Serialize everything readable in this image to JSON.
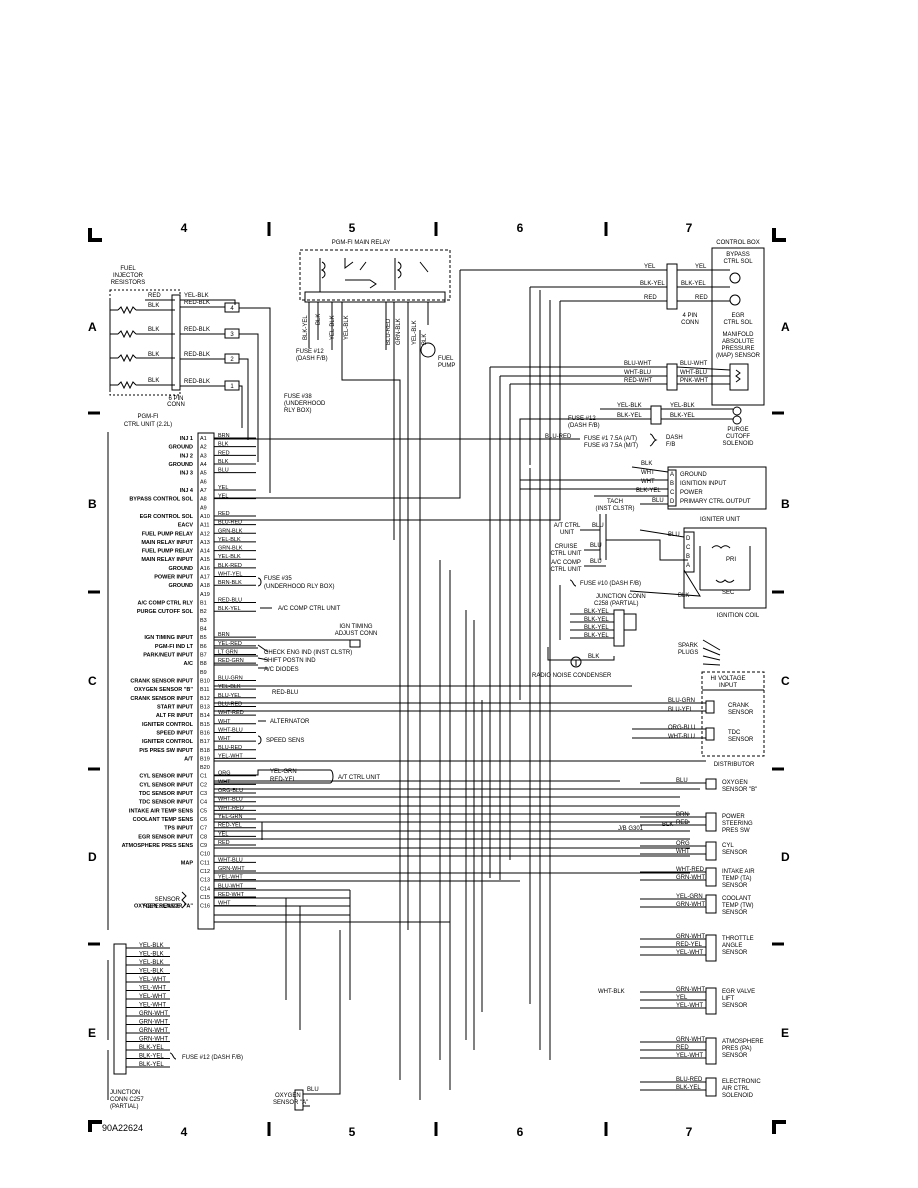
{
  "grid": {
    "cols_top": [
      "4",
      "5",
      "6",
      "7"
    ],
    "cols_bottom": [
      "4",
      "5",
      "6",
      "7"
    ],
    "rows_left": [
      "A",
      "B",
      "C",
      "D",
      "E"
    ],
    "rows_right": [
      "A",
      "B",
      "C",
      "D",
      "E"
    ]
  },
  "figure_code": "90A22624",
  "fuel_injector": {
    "title": [
      "FUEL",
      "INJECTOR",
      "RESISTORS"
    ],
    "conn": [
      "6 PIN",
      "CONN"
    ],
    "wires": [
      "RED",
      "BLK",
      "BLK",
      "BLK",
      "BLK"
    ],
    "wires_out": [
      "YEL-BLK",
      "RED-BLK",
      "RED-BLK",
      "RED-BLK",
      "RED-BLK"
    ],
    "pins": [
      "4",
      "3",
      "2",
      "1"
    ]
  },
  "main_relay": {
    "title": "PGM-FI MAIN RELAY",
    "wires": [
      "BLK-YEL",
      "BLK",
      "YEL-BLK",
      "YEL-BLK",
      "BLU-RED",
      "GRN-BLK",
      "YEL-BLK",
      "BLK"
    ],
    "fuse12": [
      "FUSE #12",
      "(DASH F/B)"
    ],
    "fuse38": [
      "FUSE #38",
      "(UNDERHOOD",
      "RLY BOX)"
    ],
    "fuel_pump": [
      "FUEL",
      "PUMP"
    ]
  },
  "ecu": {
    "title": [
      "PGM-FI",
      "CTRL UNIT (2.2L)"
    ],
    "pins": [
      {
        "pin": "A1",
        "name": "INJ 1",
        "wire": "BRN"
      },
      {
        "pin": "A2",
        "name": "GROUND",
        "wire": "BLK"
      },
      {
        "pin": "A3",
        "name": "INJ 2",
        "wire": "RED"
      },
      {
        "pin": "A4",
        "name": "GROUND",
        "wire": "BLK"
      },
      {
        "pin": "A5",
        "name": "INJ 3",
        "wire": "BLU"
      },
      {
        "pin": "A6",
        "name": "",
        "wire": ""
      },
      {
        "pin": "A7",
        "name": "INJ 4",
        "wire": "YEL"
      },
      {
        "pin": "A8",
        "name": "BYPASS CONTROL SOL",
        "wire": "YEL"
      },
      {
        "pin": "A9",
        "name": "",
        "wire": ""
      },
      {
        "pin": "A10",
        "name": "EGR CONTROL SOL",
        "wire": "RED"
      },
      {
        "pin": "A11",
        "name": "EACV",
        "wire": "BLU-RED"
      },
      {
        "pin": "A12",
        "name": "FUEL PUMP RELAY",
        "wire": "GRN-BLK"
      },
      {
        "pin": "A13",
        "name": "MAIN RELAY INPUT",
        "wire": "YEL-BLK"
      },
      {
        "pin": "A14",
        "name": "FUEL PUMP RELAY",
        "wire": "GRN-BLK"
      },
      {
        "pin": "A15",
        "name": "MAIN RELAY INPUT",
        "wire": "YEL-BLK"
      },
      {
        "pin": "A16",
        "name": "GROUND",
        "wire": "BLK-RED"
      },
      {
        "pin": "A17",
        "name": "POWER INPUT",
        "wire": "WHT-YEL"
      },
      {
        "pin": "A18",
        "name": "GROUND",
        "wire": "BRN-BLK"
      },
      {
        "pin": "A19",
        "name": "",
        "wire": ""
      },
      {
        "pin": "B1",
        "name": "A/C COMP CTRL RLY",
        "wire": "RED-BLU"
      },
      {
        "pin": "B2",
        "name": "PURGE CUTOFF SOL",
        "wire": "BLK-YEL"
      },
      {
        "pin": "B3",
        "name": "",
        "wire": ""
      },
      {
        "pin": "B4",
        "name": "",
        "wire": ""
      },
      {
        "pin": "B5",
        "name": "IGN TIMING INPUT",
        "wire": "BRN"
      },
      {
        "pin": "B6",
        "name": "PGM-FI IND LT",
        "wire": "YEL-RED"
      },
      {
        "pin": "B7",
        "name": "PARK/NEUT INPUT",
        "wire": "LT GRN"
      },
      {
        "pin": "B8",
        "name": "A/C",
        "wire": "RED-GRN"
      },
      {
        "pin": "B9",
        "name": "",
        "wire": ""
      },
      {
        "pin": "B10",
        "name": "CRANK SENSOR INPUT",
        "wire": "BLU-GRN"
      },
      {
        "pin": "B11",
        "name": "OXYGEN SENSOR \"B\"",
        "wire": "YEL-BLK"
      },
      {
        "pin": "B12",
        "name": "CRANK SENSOR INPUT",
        "wire": "BLU-YEL"
      },
      {
        "pin": "B13",
        "name": "START INPUT",
        "wire": "BLU-RED"
      },
      {
        "pin": "B14",
        "name": "ALT FR INPUT",
        "wire": "WHT-RED"
      },
      {
        "pin": "B15",
        "name": "IGNITER CONTROL",
        "wire": "WHT"
      },
      {
        "pin": "B16",
        "name": "SPEED INPUT",
        "wire": "WHT-BLU"
      },
      {
        "pin": "B17",
        "name": "IGNITER CONTROL",
        "wire": "WHT"
      },
      {
        "pin": "B18",
        "name": "P/S PRES SW INPUT",
        "wire": "BLU-RED"
      },
      {
        "pin": "B19",
        "name": "A/T",
        "wire": "YEL-WHT"
      },
      {
        "pin": "B20",
        "name": "",
        "wire": ""
      },
      {
        "pin": "C1",
        "name": "CYL SENSOR INPUT",
        "wire": "ORG"
      },
      {
        "pin": "C2",
        "name": "CYL SENSOR INPUT",
        "wire": "WHT"
      },
      {
        "pin": "C3",
        "name": "TDC SENSOR INPUT",
        "wire": "ORG-BLU"
      },
      {
        "pin": "C4",
        "name": "TDC SENSOR INPUT",
        "wire": "WHT-BLU"
      },
      {
        "pin": "C5",
        "name": "INTAKE AIR TEMP SENS",
        "wire": "WHT-RED"
      },
      {
        "pin": "C6",
        "name": "COOLANT TEMP SENS",
        "wire": "YEL-GRN"
      },
      {
        "pin": "C7",
        "name": "TPS INPUT",
        "wire": "RED-YEL"
      },
      {
        "pin": "C8",
        "name": "EGR SENSOR INPUT",
        "wire": "YEL"
      },
      {
        "pin": "C9",
        "name": "ATMOSPHERE PRES SENS",
        "wire": "RED"
      },
      {
        "pin": "C10",
        "name": "",
        "wire": ""
      },
      {
        "pin": "C11",
        "name": "MAP",
        "wire": "WHT-BLU"
      },
      {
        "pin": "C12",
        "name": "",
        "wire": "GRN-WHT"
      },
      {
        "pin": "C13",
        "name": "",
        "wire": "YEL-WHT"
      },
      {
        "pin": "C14",
        "name": "",
        "wire": "BLU-WHT"
      },
      {
        "pin": "C15",
        "name": "",
        "wire": "RED-WHT"
      },
      {
        "pin": "C16",
        "name": "OXYGEN SENSOR \"A\"",
        "wire": "WHT"
      }
    ],
    "sensor_reference": [
      "SENSOR",
      "REFERENCE"
    ]
  },
  "callouts": {
    "fuse35": [
      "FUSE #35",
      "(UNDERHOOD RLY BOX)"
    ],
    "ac_comp_ctrl_unit": "A/C COMP CTRL UNIT",
    "ign_timing_conn": [
      "IGN TIMING",
      "ADJUST CONN"
    ],
    "check_eng": "CHECK ENG IND (INST CLSTR)",
    "shift_postn": "SHIFT POSTN IND",
    "ac_diodes": "A/C DIODES",
    "red_blu": "RED-BLU",
    "alternator": "ALTERNATOR",
    "speed_sens": "SPEED SENS",
    "at_ctrl_unit": "A/T CTRL UNIT",
    "at_wires": [
      "YEL-GRN",
      "RED-YEL"
    ]
  },
  "junction_c257": {
    "title": [
      "JUNCTION",
      "CONN C257",
      "(PARTIAL)"
    ],
    "wires": [
      "YEL-BLK",
      "YEL-BLK",
      "YEL-BLK",
      "YEL-BLK",
      "YEL-WHT",
      "YEL-WHT",
      "YEL-WHT",
      "YEL-WHT",
      "GRN-WHT",
      "GRN-WHT",
      "GRN-WHT",
      "GRN-WHT",
      "BLK-YEL",
      "BLK-YEL",
      "BLK-YEL"
    ],
    "fuse12_label": "FUSE #12 (DASH F/B)"
  },
  "oxygen_a": {
    "title": [
      "OXYGEN",
      "SENSOR \"A\""
    ],
    "wire": "BLU"
  },
  "control_box": {
    "title": "CONTROL BOX",
    "bypass": [
      "BYPASS",
      "CTRL SOL"
    ],
    "egr": [
      "EGR",
      "CTRL SOL"
    ],
    "map": [
      "MANIFOLD",
      "ABSOLUTE",
      "PRESSURE",
      "(MAP) SENSOR"
    ],
    "conn": [
      "4 PIN",
      "CONN"
    ],
    "wires_in": [
      "YEL",
      "BLK-YEL",
      "RED",
      "BLU-WHT",
      "WHT-BLU",
      "RED-WHT"
    ],
    "wires_out": [
      "YEL",
      "BLK-YEL",
      "RED",
      "BLU-WHT",
      "WHT-BLU",
      "PNK-WHT"
    ]
  },
  "purge": {
    "title": [
      "PURGE",
      "CUTOFF",
      "SOLENOID"
    ],
    "wires": [
      "YEL-BLK",
      "BLK-YEL"
    ],
    "fuse12": [
      "FUSE #12",
      "(DASH F/B)"
    ],
    "fuse_at": "FUSE #1 7.5A (A/T)",
    "fuse_mt": "FUSE #3 7.5A (M/T)",
    "blu_red": "BLU-RED",
    "dash_fb": [
      "DASH",
      "F/B"
    ]
  },
  "igniter": {
    "title": "IGNITER UNIT",
    "pins_a": [
      "A",
      "B",
      "C",
      "D"
    ],
    "labels": [
      "GROUND",
      "IGNITION INPUT",
      "POWER",
      "PRIMARY CTRL OUTPUT"
    ],
    "wires": [
      "BLK",
      "WHT",
      "WHT",
      "BLK-YEL",
      "BLU"
    ],
    "tach": [
      "TACH",
      "(INST CLSTR)"
    ],
    "at_ctrl": [
      "A/T CTRL",
      "UNIT"
    ],
    "cruise": [
      "CRUISE",
      "CTRL UNIT"
    ],
    "ac_comp": [
      "A/C COMP",
      "CTRL UNIT"
    ],
    "fuse10": "FUSE #10 (DASH F/B)",
    "junction_c258": [
      "JUNCTION CONN",
      "C258 (PARTIAL)"
    ],
    "jc_wires": [
      "BLK-YEL",
      "BLK-YEL",
      "BLK-YEL",
      "BLK-YEL"
    ],
    "pri": "PRI",
    "sec": "SEC",
    "coil": "IGNITION COIL",
    "pins_d": [
      "D",
      "C",
      "B",
      "A"
    ],
    "blu": "BLU",
    "blk": "BLK"
  },
  "distributor": {
    "spark_plugs": [
      "SPARK",
      "PLUGS"
    ],
    "hi_voltage": [
      "HI VOLTAGE",
      "INPUT"
    ],
    "radio_noise": "RADIO NOISE CONDENSER",
    "blk": "BLK",
    "crank": [
      "CRANK",
      "SENSOR"
    ],
    "crank_wires": [
      "BLU-GRN",
      "BLU-YEL"
    ],
    "tdc": [
      "TDC",
      "SENSOR"
    ],
    "tdc_wires": [
      "ORG-BLU",
      "WHT-BLU"
    ],
    "title": "DISTRIBUTOR"
  },
  "sensors": [
    {
      "name": [
        "OXYGEN",
        "SENSOR \"B\""
      ],
      "wires": [
        "BLU"
      ]
    },
    {
      "name": [
        "POWER",
        "STEERING",
        "PRES SW"
      ],
      "wires": [
        "BRN",
        "RED"
      ]
    },
    {
      "name": [
        "CYL",
        "SENSOR"
      ],
      "wires": [
        "ORG",
        "WHT"
      ]
    },
    {
      "name": [
        "INTAKE AIR",
        "TEMP (TA)",
        "SENSOR"
      ],
      "wires": [
        "WHT-RED",
        "GRN-WHT"
      ]
    },
    {
      "name": [
        "COOLANT",
        "TEMP (TW)",
        "SENSOR"
      ],
      "wires": [
        "YEL-GRN",
        "GRN-WHT"
      ]
    },
    {
      "name": [
        "THROTTLE",
        "ANGLE",
        "SENSOR"
      ],
      "wires": [
        "GRN-WHT",
        "RED-YEL",
        "YEL-WHT"
      ]
    },
    {
      "name": [
        "EGR VALVE",
        "LIFT",
        "SENSOR"
      ],
      "wires": [
        "GRN-WHT",
        "YEL",
        "YEL-WHT"
      ]
    },
    {
      "name": [
        "ATMOSPHERE",
        "PRES (PA)",
        "SENSOR"
      ],
      "wires": [
        "GRN-WHT",
        "RED",
        "YEL-WHT"
      ]
    },
    {
      "name": [
        "ELECTRONIC",
        "AIR CTRL",
        "SOLENOID"
      ],
      "wires": [
        "BLU-RED",
        "BLK-YEL"
      ]
    }
  ],
  "jb_g301": "J/B G301",
  "ps_blk": "BLK",
  "egr_wht_blk": "WHT-BLK"
}
